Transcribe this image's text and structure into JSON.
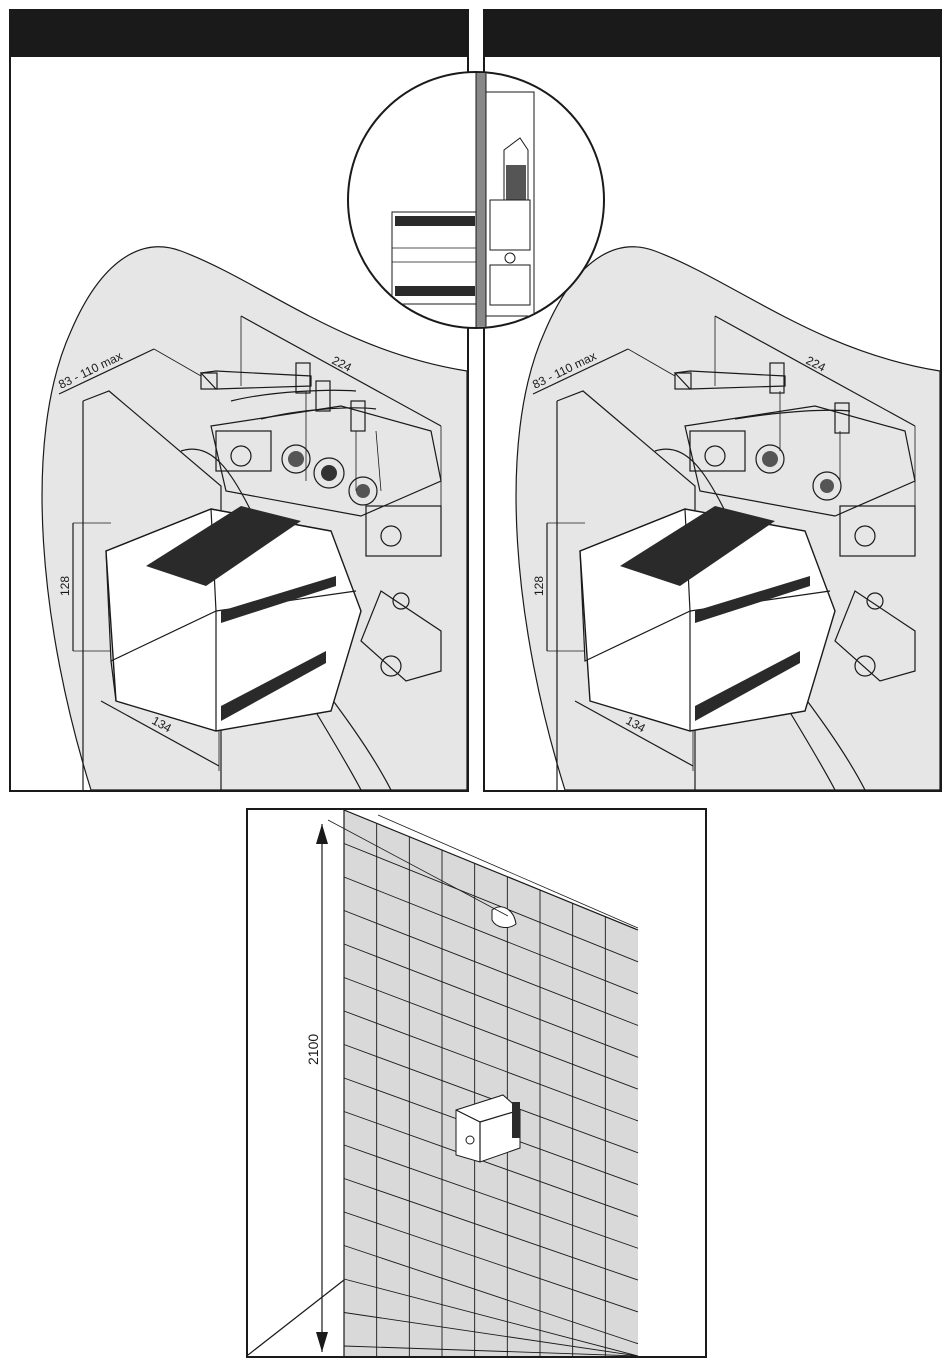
{
  "left_panel": {
    "dims": {
      "depth_range": "83 - 110 max",
      "width": "224",
      "height": "128",
      "depth": "134"
    }
  },
  "right_panel": {
    "dims": {
      "depth_range": "83 - 110 max",
      "width": "224",
      "height": "128",
      "depth": "134"
    }
  },
  "bottom_panel": {
    "dims": {
      "mount_height": "2100"
    }
  },
  "colors": {
    "ink": "#1a1a1a",
    "wall_fill": "#e6e6e6",
    "tile_fill": "#d9d9d9"
  }
}
